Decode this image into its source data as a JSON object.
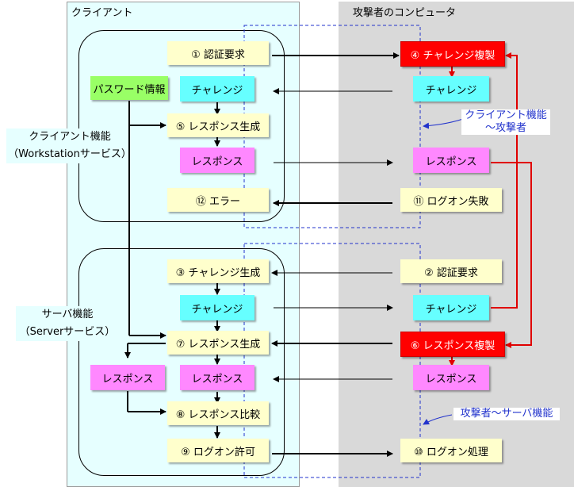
{
  "sections": {
    "client": "クライアント",
    "attacker": "攻撃者のコンピュータ"
  },
  "groups": {
    "client_function": [
      "クライアント機能",
      "（Workstationサービス）"
    ],
    "server_function": [
      "サーバ機能",
      "（Serverサービス）"
    ]
  },
  "client_boxes": {
    "password": "パスワード情報",
    "auth_request": "① 認証要求",
    "challenge_top": "チャレンジ",
    "response_gen_top": "⑤ レスポンス生成",
    "response_top": "レスポンス",
    "error": "⑫ エラー",
    "challenge_gen": "③ チャレンジ生成",
    "challenge_mid": "チャレンジ",
    "response_gen_bottom": "⑦ レスポンス生成",
    "response_left": "レスポンス",
    "response_mid": "レスポンス",
    "response_compare": "⑧ レスポンス比較",
    "logon_allow": "⑨ ログオン許可"
  },
  "attacker_boxes": {
    "challenge_copy": "④ チャレンジ複製",
    "challenge_top": "チャレンジ",
    "response_top": "レスポンス",
    "logon_fail": "⑪ ログオン失敗",
    "auth_request": "② 認証要求",
    "challenge_bottom": "チャレンジ",
    "response_copy": "⑥ レスポンス複製",
    "response_bottom": "レスポンス",
    "logon_process": "⑩ ログオン処理"
  },
  "callouts": {
    "client_to_attacker": [
      "クライアント機能",
      "～攻撃者"
    ],
    "attacker_to_server": "攻撃者～サーバ機能"
  },
  "colors": {
    "client_bg": "#e6ffff",
    "attacker_bg": "#d9d9d9",
    "box_yellow": "#ffffcc",
    "box_cyan": "#66ffff",
    "box_pink": "#ff88ff",
    "box_green": "#99ff66",
    "box_red": "#ff0000",
    "dashed_blue": "#2233cc",
    "red_line": "#e00000"
  }
}
